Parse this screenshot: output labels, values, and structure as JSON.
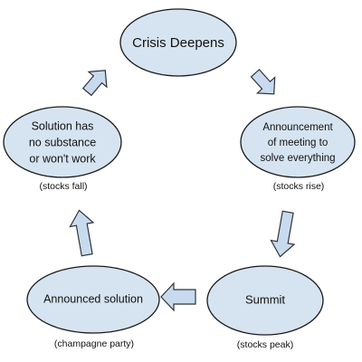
{
  "diagram": {
    "nodes": {
      "crisis_deepens": {
        "lines": [
          "Crisis Deepens"
        ]
      },
      "announcement": {
        "lines": [
          "Announcement",
          "of meeting to",
          "solve everything"
        ],
        "caption": "(stocks rise)"
      },
      "summit": {
        "lines": [
          "Summit"
        ],
        "caption": "(stocks peak)"
      },
      "announced_solution": {
        "lines": [
          "Announced solution"
        ],
        "caption": "(champagne party)"
      },
      "solution_no_substance": {
        "lines": [
          "Solution has",
          "no substance",
          "or won't work"
        ],
        "caption": "(stocks fall)"
      }
    },
    "colors": {
      "node_fill": "#d6e4f2",
      "arrow_fill": "#c8dbee",
      "outline": "#1a1a1a"
    }
  }
}
